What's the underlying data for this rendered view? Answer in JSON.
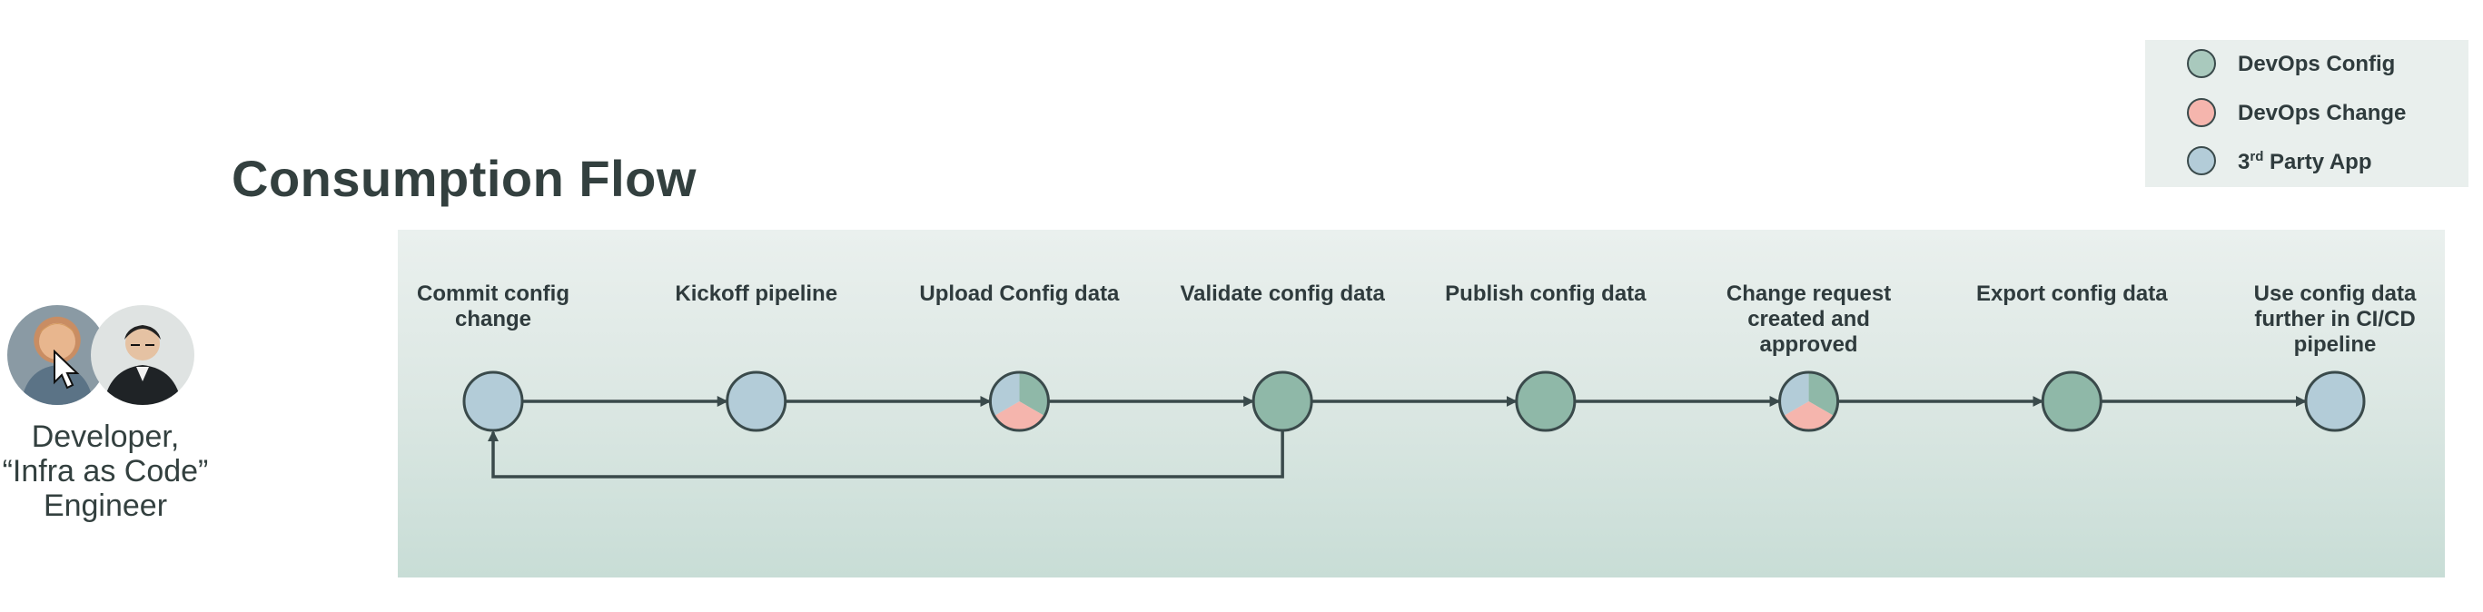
{
  "title": "Consumption Flow",
  "legend": [
    {
      "label": "DevOps Config",
      "color": "#a9c9bd"
    },
    {
      "label": "DevOps Change",
      "color": "#f5b5ad"
    },
    {
      "label_prefix": "3",
      "label_sup": "rd",
      "label_suffix": " Party App",
      "color": "#b3ccd8"
    }
  ],
  "steps": [
    {
      "label": "Commit config change",
      "kind": "3rd-party"
    },
    {
      "label": "Kickoff pipeline",
      "kind": "3rd-party"
    },
    {
      "label": "Upload Config data",
      "kind": "mixed"
    },
    {
      "label": "Validate config data",
      "kind": "devops-config"
    },
    {
      "label": "Publish config data",
      "kind": "devops-config"
    },
    {
      "label": "Change request created and approved",
      "kind": "mixed"
    },
    {
      "label": "Export config data",
      "kind": "devops-config"
    },
    {
      "label": "Use config data further in CI/CD pipeline",
      "kind": "3rd-party"
    }
  ],
  "feedback_loop": {
    "from_step": 4,
    "to_step": 1
  },
  "persona": {
    "label": "Developer, “Infra as Code” Engineer"
  },
  "colors": {
    "devops_config": "#8fb8a8",
    "devops_change": "#f5b5ad",
    "third_party": "#b3ccd8",
    "stroke": "#3a4a4b"
  }
}
